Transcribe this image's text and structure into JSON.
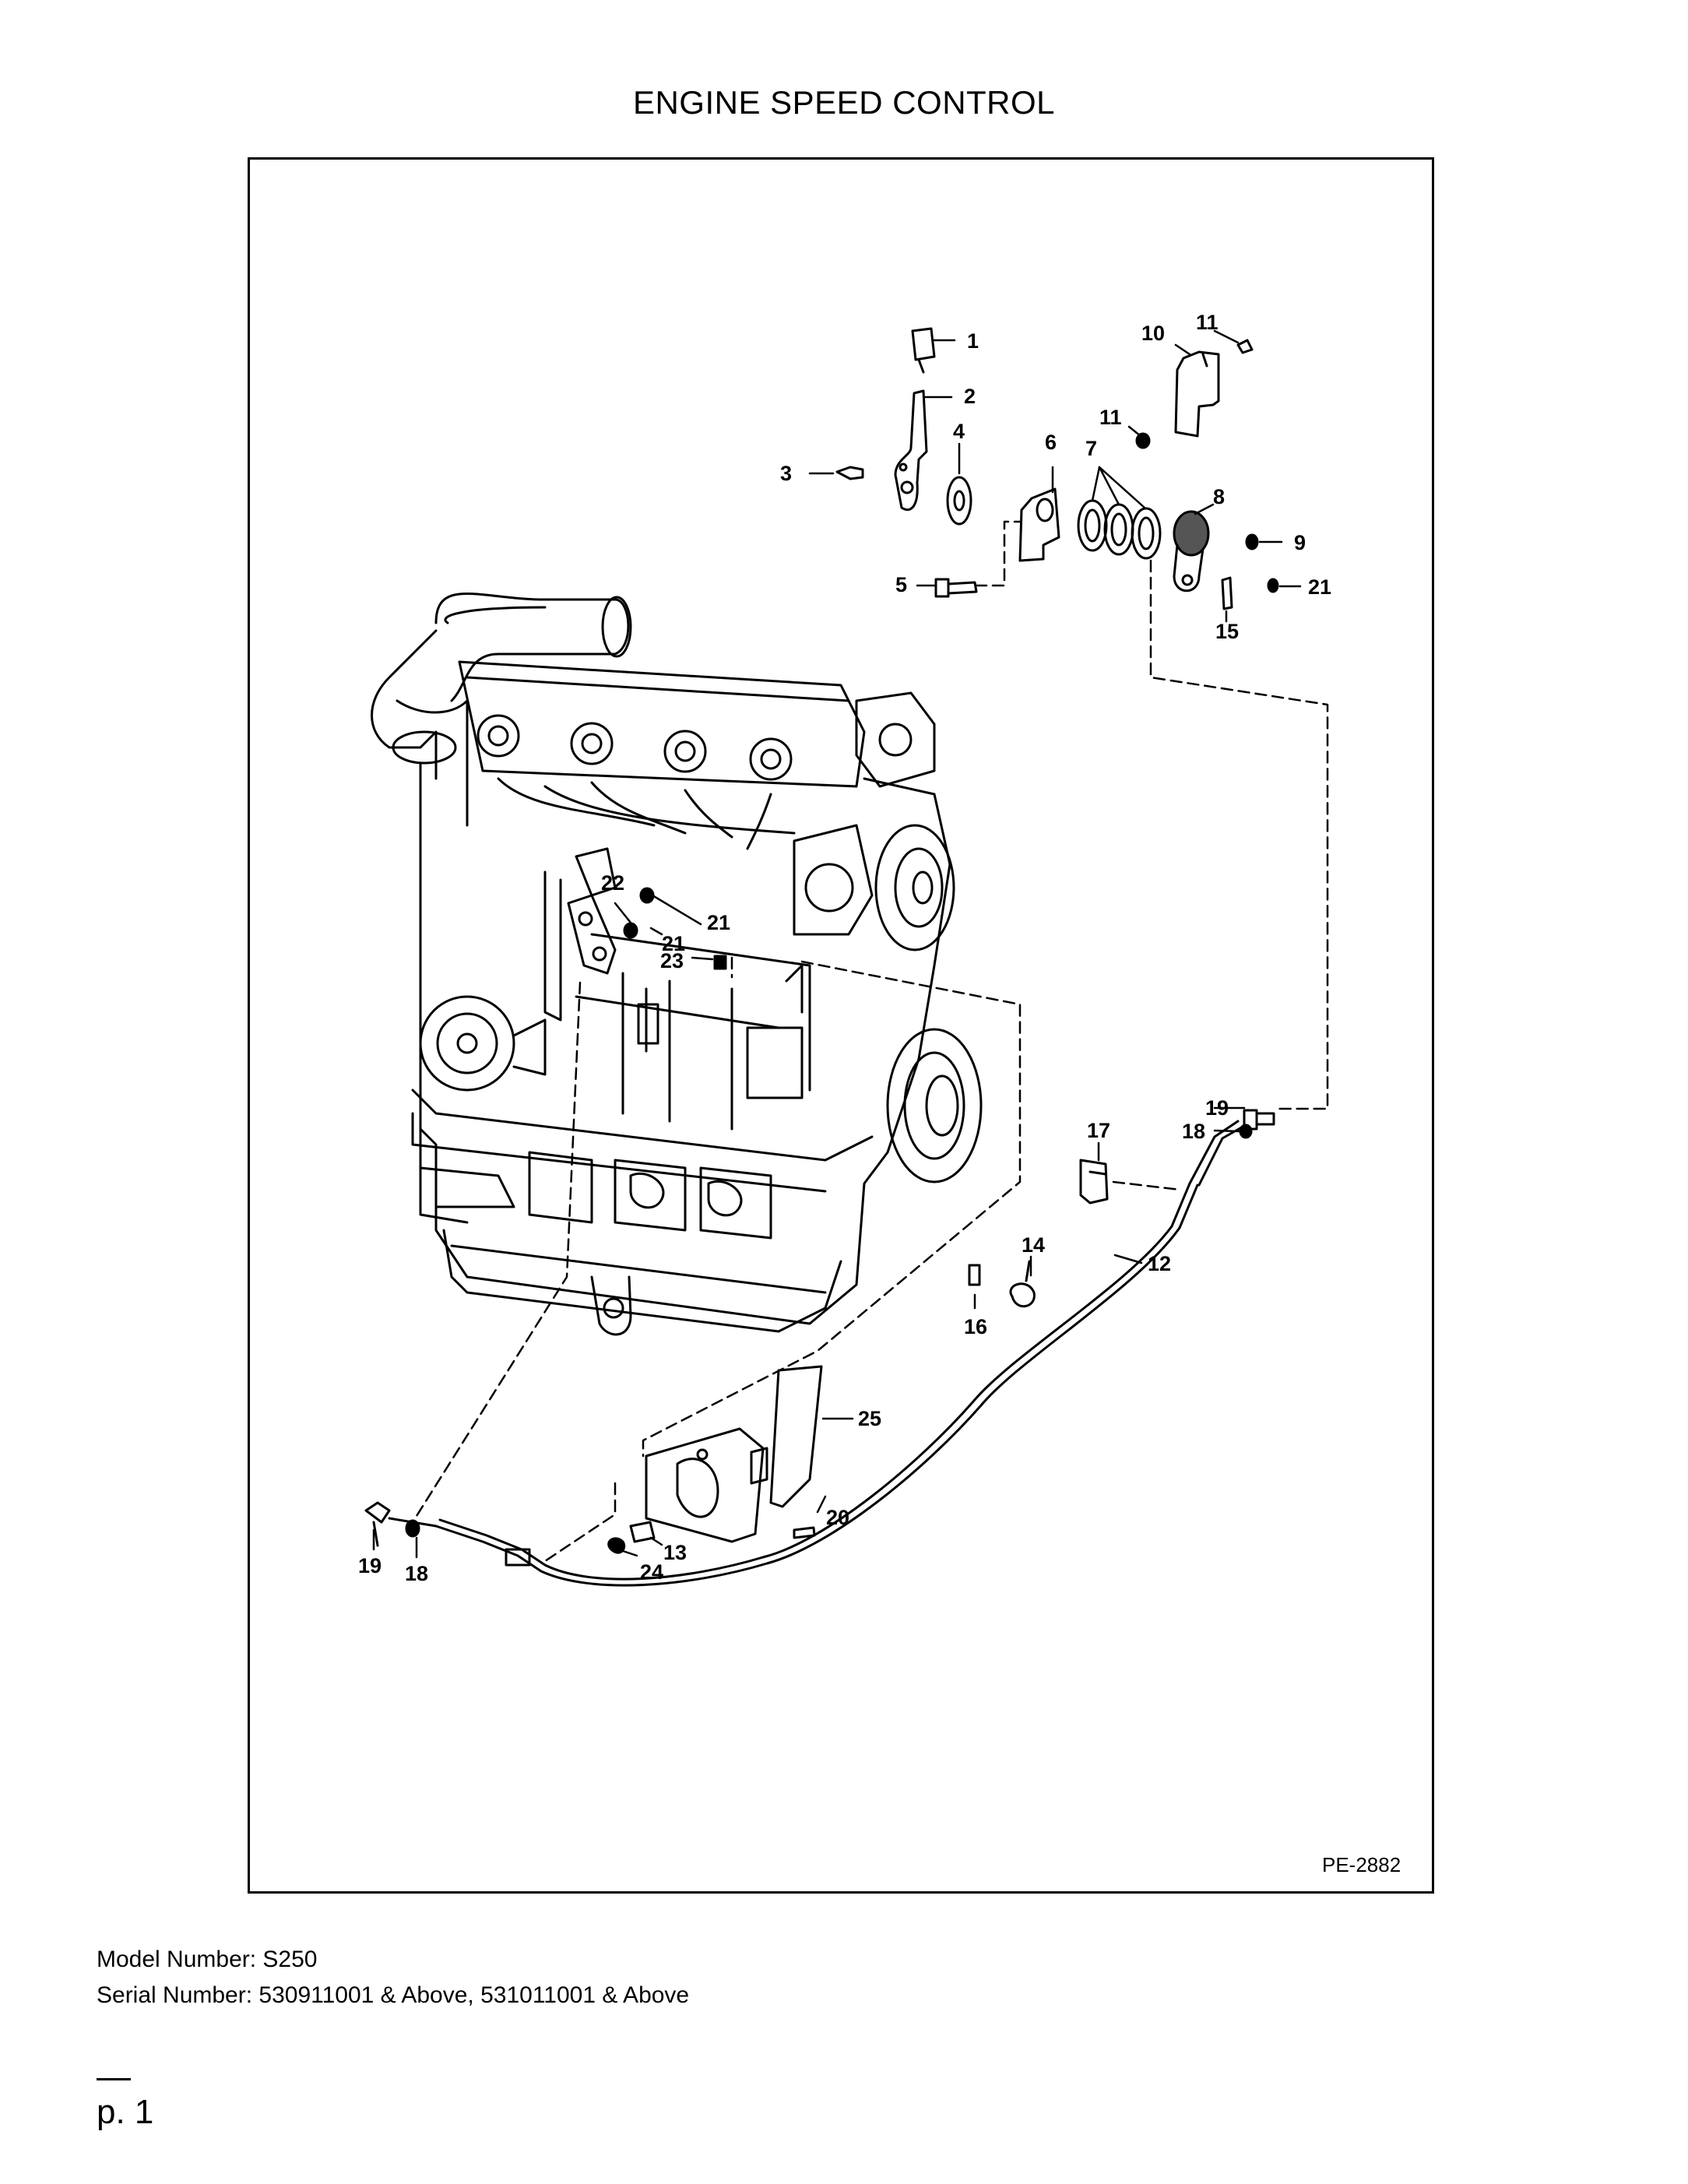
{
  "title": "ENGINE SPEED CONTROL",
  "figure_ref": "PE-2882",
  "model_line": "Model Number: S250",
  "serial_line": "Serial Number: 530911001 & Above, 531011001 & Above",
  "page_label": "p. 1",
  "callouts": [
    "1",
    "2",
    "3",
    "4",
    "5",
    "6",
    "7",
    "8",
    "9",
    "10",
    "11",
    "11",
    "12",
    "13",
    "14",
    "15",
    "16",
    "17",
    "18",
    "18",
    "19",
    "19",
    "20",
    "21",
    "21",
    "22",
    "23",
    "24",
    "25"
  ]
}
